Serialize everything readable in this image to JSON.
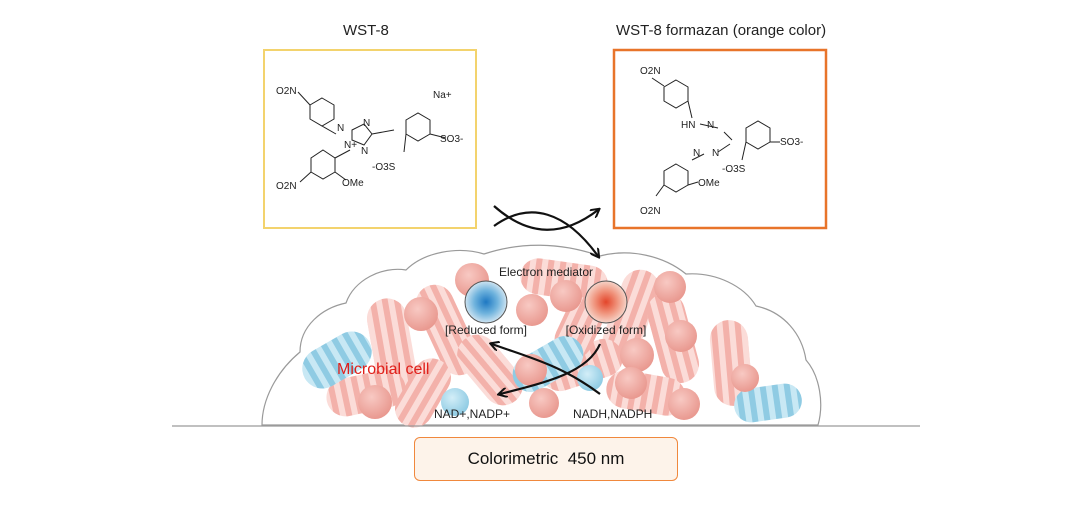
{
  "reactant": {
    "title": "WST-8",
    "groups": [
      "O2N",
      "Na+",
      "N",
      "N",
      "N+",
      "N",
      "SO3-",
      "-O3S",
      "O2N",
      "OMe"
    ]
  },
  "product": {
    "title": "WST-8 formazan (orange color)",
    "groups": [
      "O2N",
      "HN",
      "N",
      "N",
      "N",
      "SO3-",
      "-O3S",
      "OMe",
      "O2N"
    ]
  },
  "mediator": {
    "title": "Electron mediator",
    "reduced": "[Reduced form]",
    "oxidized": "[Oxidized form]"
  },
  "cell": {
    "title": "Microbial cell",
    "cofactor_left": "NAD+,NADP+",
    "cofactor_right": "NADH,NADPH"
  },
  "detection": {
    "label": "Colorimetric  450 nm"
  },
  "colors": {
    "reactant_border": "#f3d36d",
    "product_border": "#e8742a",
    "cell_title": "#e0201b",
    "bacteria_pink": "#f4aaa3",
    "bacteria_blue": "#9fd3e8",
    "reduced_center": "#1e78c2",
    "oxidized_center": "#e3452a",
    "detection_border": "#f0883d"
  }
}
